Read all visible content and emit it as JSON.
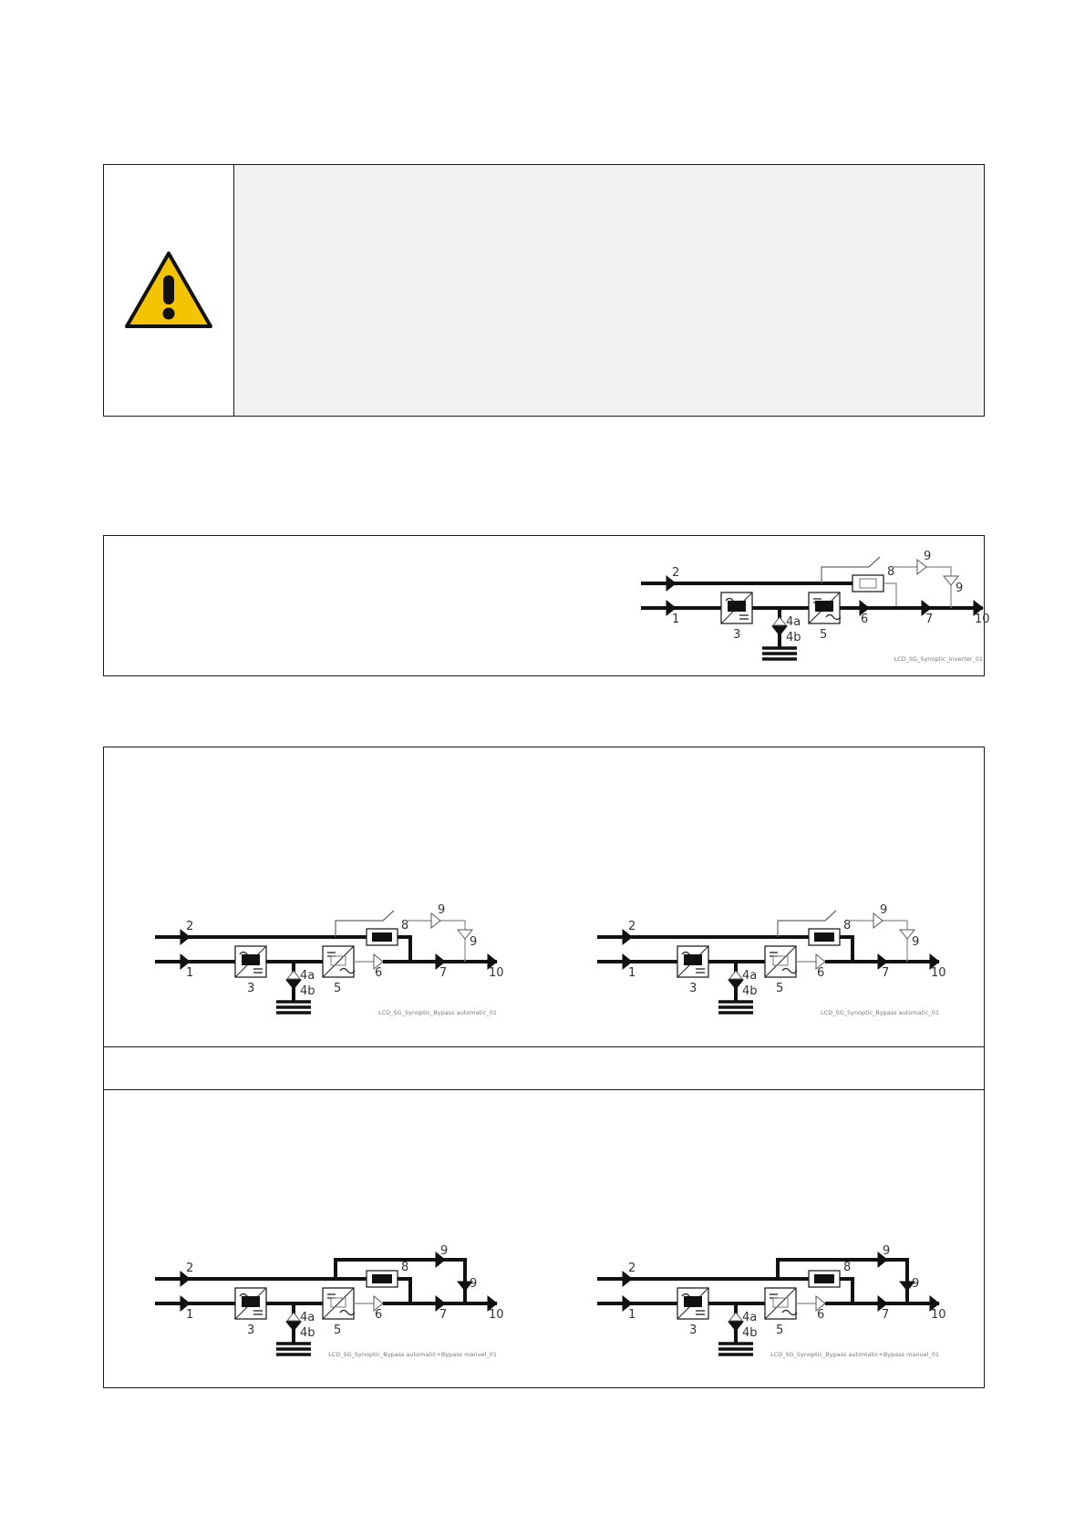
{
  "warning": {
    "icon": "warning-triangle-icon",
    "accent": "#f5c400"
  },
  "diagrams": [
    {
      "id": "inverter",
      "caption": "LCD_SG_Synoptic_Inverter_01",
      "variant": "inverter"
    },
    {
      "id": "bypass-auto-left",
      "caption": "LCD_SG_Synoptic_Bypass automatic_01",
      "variant": "auto"
    },
    {
      "id": "bypass-auto-right",
      "caption": "LCD_SG_Synoptic_Bypass automatic_01",
      "variant": "auto"
    },
    {
      "id": "bypass-manual-left",
      "caption": "LCD_SG_Synoptic_Bypass automatic+Bypass manuel_01",
      "variant": "manual"
    },
    {
      "id": "bypass-manual-right",
      "caption": "LCD_SG_Synoptic_Bypass automatic+Bypass manuel_01",
      "variant": "manual"
    }
  ],
  "labels": {
    "n1": "1",
    "n2": "2",
    "n3": "3",
    "n4a": "4a",
    "n4b": "4b",
    "n5": "5",
    "n6": "6",
    "n7": "7",
    "n8": "8",
    "n9": "9",
    "n10": "10"
  }
}
